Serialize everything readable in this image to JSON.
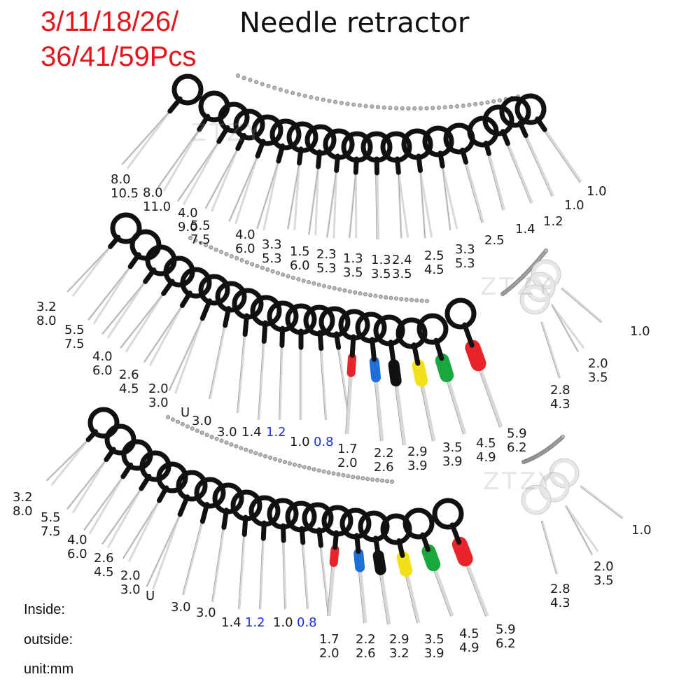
{
  "title": {
    "pieces_line1": "3/11/18/26/",
    "pieces_line2": "36/41/59Pcs",
    "product": "Needle retractor"
  },
  "watermark": "ZTZY",
  "legend": {
    "inside": "Inside:",
    "outside": "outside:",
    "unit": "unit:mm"
  },
  "colors": {
    "title_red": "#e4141b",
    "blue_label": "#1b2fd6",
    "handle_black": "#111111",
    "sleeve_red": "#e8232a",
    "sleeve_blue": "#1e6fd8",
    "sleeve_yellow": "#f2e01a",
    "sleeve_green": "#1aa83e"
  },
  "set1_labels": [
    {
      "line1": "8.0",
      "line2": "10.5"
    },
    {
      "line1": "8.0",
      "line2": "11.0"
    },
    {
      "line1": "4.0",
      "line2": "9.0"
    },
    {
      "line1": "5.5",
      "line2": "7.5"
    },
    {
      "line1": "4.0",
      "line2": "6.0"
    },
    {
      "line1": "3.3",
      "line2": "5.3"
    },
    {
      "line1": "1.5",
      "line2": "6.0"
    },
    {
      "line1": "2.3",
      "line2": "5.3"
    },
    {
      "line1": "1.3",
      "line2": "3.5"
    },
    {
      "line1": "1.3",
      "line2": "3.5"
    },
    {
      "line1": "2.4",
      "line2": "3.5"
    },
    {
      "line1": "2.5",
      "line2": "4.5"
    },
    {
      "line1": "3.3",
      "line2": "5.3"
    },
    {
      "line1": "2.5",
      "line2": ""
    },
    {
      "line1": "1.4",
      "line2": ""
    },
    {
      "line1": "1.2",
      "line2": ""
    },
    {
      "line1": "1.0",
      "line2": ""
    },
    {
      "line1": "1.0",
      "line2": ""
    }
  ],
  "set2_labels": [
    {
      "line1": "3.2",
      "line2": "8.0"
    },
    {
      "line1": "5.5",
      "line2": "7.5"
    },
    {
      "line1": "4.0",
      "line2": "6.0"
    },
    {
      "line1": "2.6",
      "line2": "4.5"
    },
    {
      "line1": "2.0",
      "line2": "3.0"
    },
    {
      "line1": "U",
      "line2": ""
    },
    {
      "line1": "3.0",
      "line2": ""
    },
    {
      "line1": "3.0",
      "line2": ""
    },
    {
      "line1": "1.4",
      "line2": ""
    },
    {
      "line1": "1.2",
      "line2": ""
    },
    {
      "line1": "1.0",
      "line2": ""
    },
    {
      "line1": "0.8",
      "line2": ""
    },
    {
      "line1": "1.7",
      "line2": "2.0"
    },
    {
      "line1": "2.2",
      "line2": "2.6"
    },
    {
      "line1": "2.9",
      "line2": "3.9"
    },
    {
      "line1": "3.5",
      "line2": "3.9"
    },
    {
      "line1": "4.5",
      "line2": "4.9"
    },
    {
      "line1": "5.9",
      "line2": "6.2"
    }
  ],
  "set2_extra_labels": [
    {
      "line1": "1.0",
      "line2": ""
    },
    {
      "line1": "2.0",
      "line2": "3.5"
    },
    {
      "line1": "2.8",
      "line2": "4.3"
    }
  ],
  "set3_labels": [
    {
      "line1": "3.2",
      "line2": "8.0"
    },
    {
      "line1": "5.5",
      "line2": "7.5"
    },
    {
      "line1": "4.0",
      "line2": "6.0"
    },
    {
      "line1": "2.6",
      "line2": "4.5"
    },
    {
      "line1": "2.0",
      "line2": "3.0"
    },
    {
      "line1": "U",
      "line2": ""
    },
    {
      "line1": "3.0",
      "line2": ""
    },
    {
      "line1": "3.0",
      "line2": ""
    },
    {
      "line1": "1.4",
      "line2": ""
    },
    {
      "line1": "1.2",
      "line2": ""
    },
    {
      "line1": "1.0",
      "line2": ""
    },
    {
      "line1": "0.8",
      "line2": ""
    },
    {
      "line1": "1.7",
      "line2": "2.0"
    },
    {
      "line1": "2.2",
      "line2": "2.6"
    },
    {
      "line1": "2.9",
      "line2": "3.2"
    },
    {
      "line1": "3.5",
      "line2": "3.9"
    },
    {
      "line1": "4.5",
      "line2": "4.9"
    },
    {
      "line1": "5.9",
      "line2": "6.2"
    }
  ],
  "set3_extra_labels": [
    {
      "line1": "1.0",
      "line2": ""
    },
    {
      "line1": "2.0",
      "line2": "3.5"
    },
    {
      "line1": "2.8",
      "line2": "4.3"
    }
  ]
}
